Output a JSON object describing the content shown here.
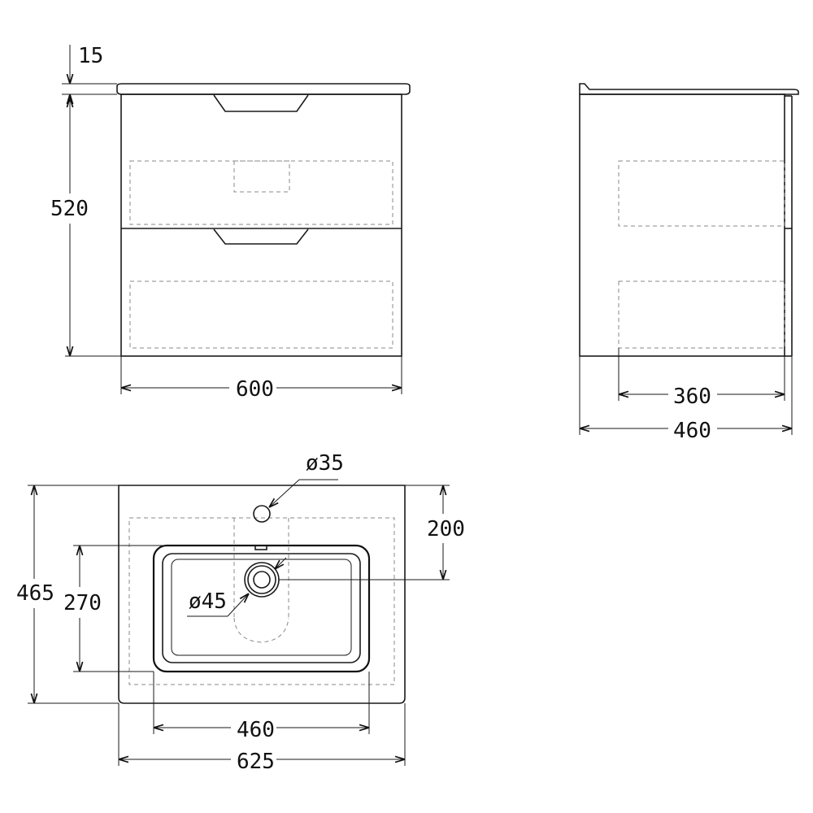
{
  "front_view": {
    "top_thickness_label": "15",
    "height_label": "520",
    "width_label": "600"
  },
  "side_view": {
    "inner_depth_label": "360",
    "depth_label": "460"
  },
  "top_view": {
    "tap_hole_label": "ø35",
    "drain_label": "ø45",
    "tap_offset_label": "200",
    "basin_depth_label": "270",
    "total_depth_label": "465",
    "basin_width_label": "460",
    "total_width_label": "625"
  }
}
